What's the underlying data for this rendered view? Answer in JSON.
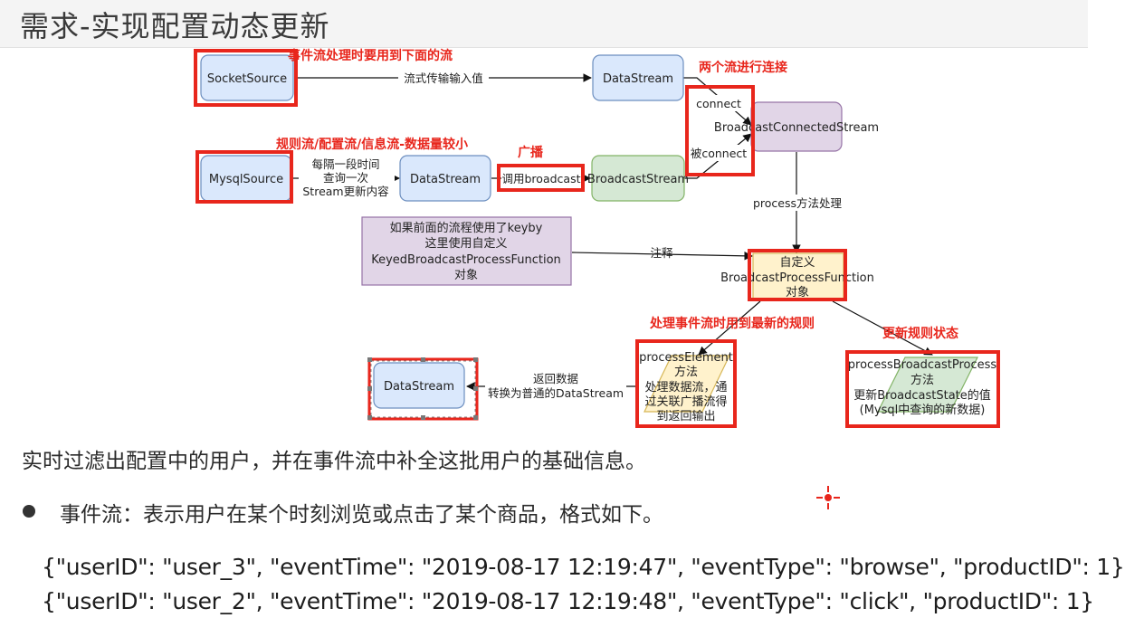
{
  "page": {
    "title": "需求-实现配置动态更新"
  },
  "diagram": {
    "nodes": {
      "socket_source": "SocketSource",
      "datastream_top": "DataStream",
      "mysql_source": "MysqlSource",
      "datastream_mid": "DataStream",
      "broadcast_stream": "BroadcastStream",
      "broadcast_connected_stream": "BroadcastConnectedStream",
      "note_lines": [
        "如果前面的流程使用了keyby",
        "这里使用自定义",
        "KeyedBroadcastProcessFunction",
        "对象"
      ],
      "custom_function_lines": [
        "自定义",
        "BroadcastProcessFunction",
        "对象"
      ],
      "process_element_lines": [
        "processElement",
        "方法",
        "处理数据流，通",
        "过关联广播流得",
        "到返回输出"
      ],
      "process_broadcast_lines": [
        "processBroadcastProcess",
        "方法",
        "更新BroadcastState的值",
        "(Mysql中查询的新数据)"
      ],
      "datastream_out": "DataStream"
    },
    "edges": {
      "stream_input": "流式传输输入值",
      "query_lines": [
        "每隔一段时间",
        "查询一次",
        "Stream更新内容"
      ],
      "call_broadcast": "调用broadcast",
      "connect": "connect",
      "connected_by": "被connect",
      "process_method": "process方法处理",
      "comment": "注释",
      "return_lines": [
        "返回数据",
        "转换为普通的DataStream"
      ]
    },
    "annotations": {
      "event_stream_use": "事件流处理时要用到下面的流",
      "rule_stream": "规则流/配置流/信息流-数据量较小",
      "broadcast": "广播",
      "two_streams_connect": "两个流进行连接",
      "process_event_latest_rule": "处理事件流时用到最新的规则",
      "update_rule_state": "更新规则状态"
    }
  },
  "content": {
    "description": "实时过滤出配置中的用户，并在事件流中补全这批用户的基础信息。",
    "bullet_text": "事件流：表示用户在某个时刻浏览或点击了某个商品，格式如下。",
    "code_lines": [
      "{\"userID\": \"user_3\", \"eventTime\": \"2019-08-17 12:19:47\", \"eventType\": \"browse\", \"productID\": 1}",
      "{\"userID\": \"user_2\", \"eventTime\": \"2019-08-17 12:19:48\", \"eventType\": \"click\", \"productID\": 1}"
    ]
  },
  "colors": {
    "blue_fill": "#dae8fc",
    "blue_stroke": "#6c8ebf",
    "green_fill": "#d5e8d4",
    "green_stroke": "#82b366",
    "purple_fill": "#e1d5e7",
    "purple_stroke": "#9673a6",
    "yellow_fill": "#fff2cc",
    "yellow_stroke": "#d6b656",
    "red_highlight": "#e8261c"
  },
  "icons": {
    "cursor": "crosshair-cursor-icon"
  }
}
